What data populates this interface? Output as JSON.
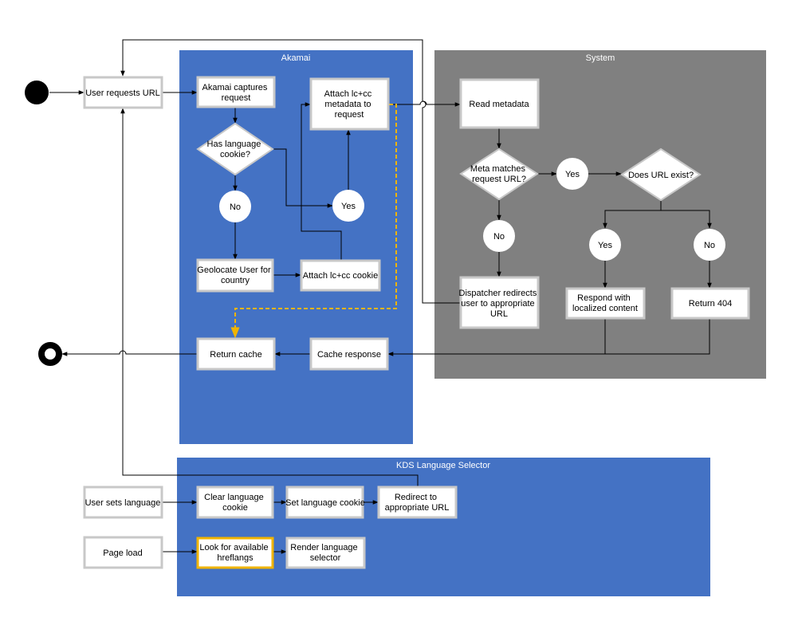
{
  "panels": {
    "akamai": "Akamai",
    "system": "System",
    "kds": "KDS Language Selector"
  },
  "nodes": {
    "user_requests_url": [
      "User requests URL"
    ],
    "akamai_captures": [
      "Akamai captures",
      "request"
    ],
    "has_cookie": [
      "Has language",
      "cookie?"
    ],
    "no_cookie": [
      "No"
    ],
    "yes_cookie": [
      "Yes"
    ],
    "geolocate": [
      "Geolocate User for",
      "country"
    ],
    "attach_cookie": [
      "Attach lc+cc cookie"
    ],
    "attach_metadata": [
      "Attach lc+cc",
      "metadata to",
      "request"
    ],
    "read_metadata": [
      "Read metadata"
    ],
    "meta_matches": [
      "Meta matches",
      "request URL?"
    ],
    "yes_meta": [
      "Yes"
    ],
    "no_meta": [
      "No"
    ],
    "url_exist": [
      "Does URL exist?"
    ],
    "yes_url": [
      "Yes"
    ],
    "no_url": [
      "No"
    ],
    "dispatcher": [
      "Dispatcher redirects",
      "user to appropriate",
      "URL"
    ],
    "respond_localized": [
      "Respond with",
      "localized content"
    ],
    "return_404": [
      "Return 404"
    ],
    "cache_response": [
      "Cache response"
    ],
    "return_cache": [
      "Return cache"
    ],
    "user_sets_language": [
      "User sets language"
    ],
    "clear_cookie": [
      "Clear language",
      "cookie"
    ],
    "set_cookie": [
      "Set language cookie"
    ],
    "redirect_url": [
      "Redirect to",
      "appropriate URL"
    ],
    "page_load": [
      "Page load"
    ],
    "look_hreflangs": [
      "Look for available",
      "hreflangs"
    ],
    "render_selector": [
      "Render language",
      "selector"
    ]
  },
  "colors": {
    "akamai_panel": "#4472c4",
    "system_panel": "#808080",
    "kds_panel": "#4472c4",
    "node_fill": "#ffffff",
    "node_border": "#c8c8c8",
    "highlight": "#f0b400",
    "edge": "#000000",
    "terminal": "#000000"
  }
}
